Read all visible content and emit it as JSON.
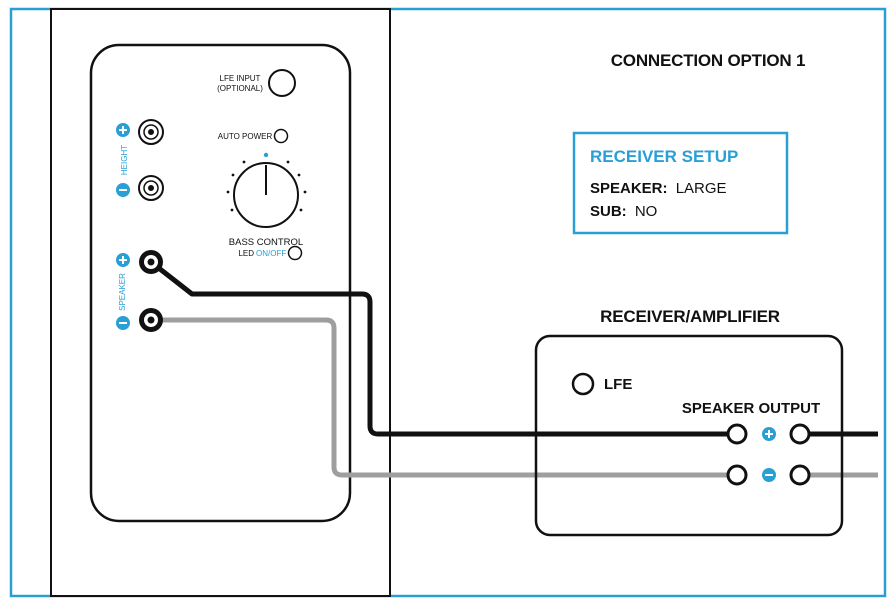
{
  "title": "CONNECTION OPTION 1",
  "receiver_setup": {
    "heading": "RECEIVER SETUP",
    "speaker_label": "SPEAKER:",
    "speaker_value": "LARGE",
    "sub_label": "SUB:",
    "sub_value": "NO"
  },
  "speaker_panel": {
    "lfe_input_line1": "LFE INPUT",
    "lfe_input_line2": "(OPTIONAL)",
    "auto_power": "AUTO POWER",
    "height_label": "HEIGHT",
    "speaker_label": "SPEAKER",
    "bass_control": "BASS CONTROL",
    "led_label": "LED",
    "led_onoff": "ON/OFF"
  },
  "receiver": {
    "title": "RECEIVER/AMPLIFIER",
    "lfe": "LFE",
    "speaker_output": "SPEAKER OUTPUT"
  },
  "colors": {
    "accent": "#2a9fd6",
    "positive_wire": "#111111",
    "negative_wire": "#9e9e9e",
    "border": "#2a9fd6"
  }
}
